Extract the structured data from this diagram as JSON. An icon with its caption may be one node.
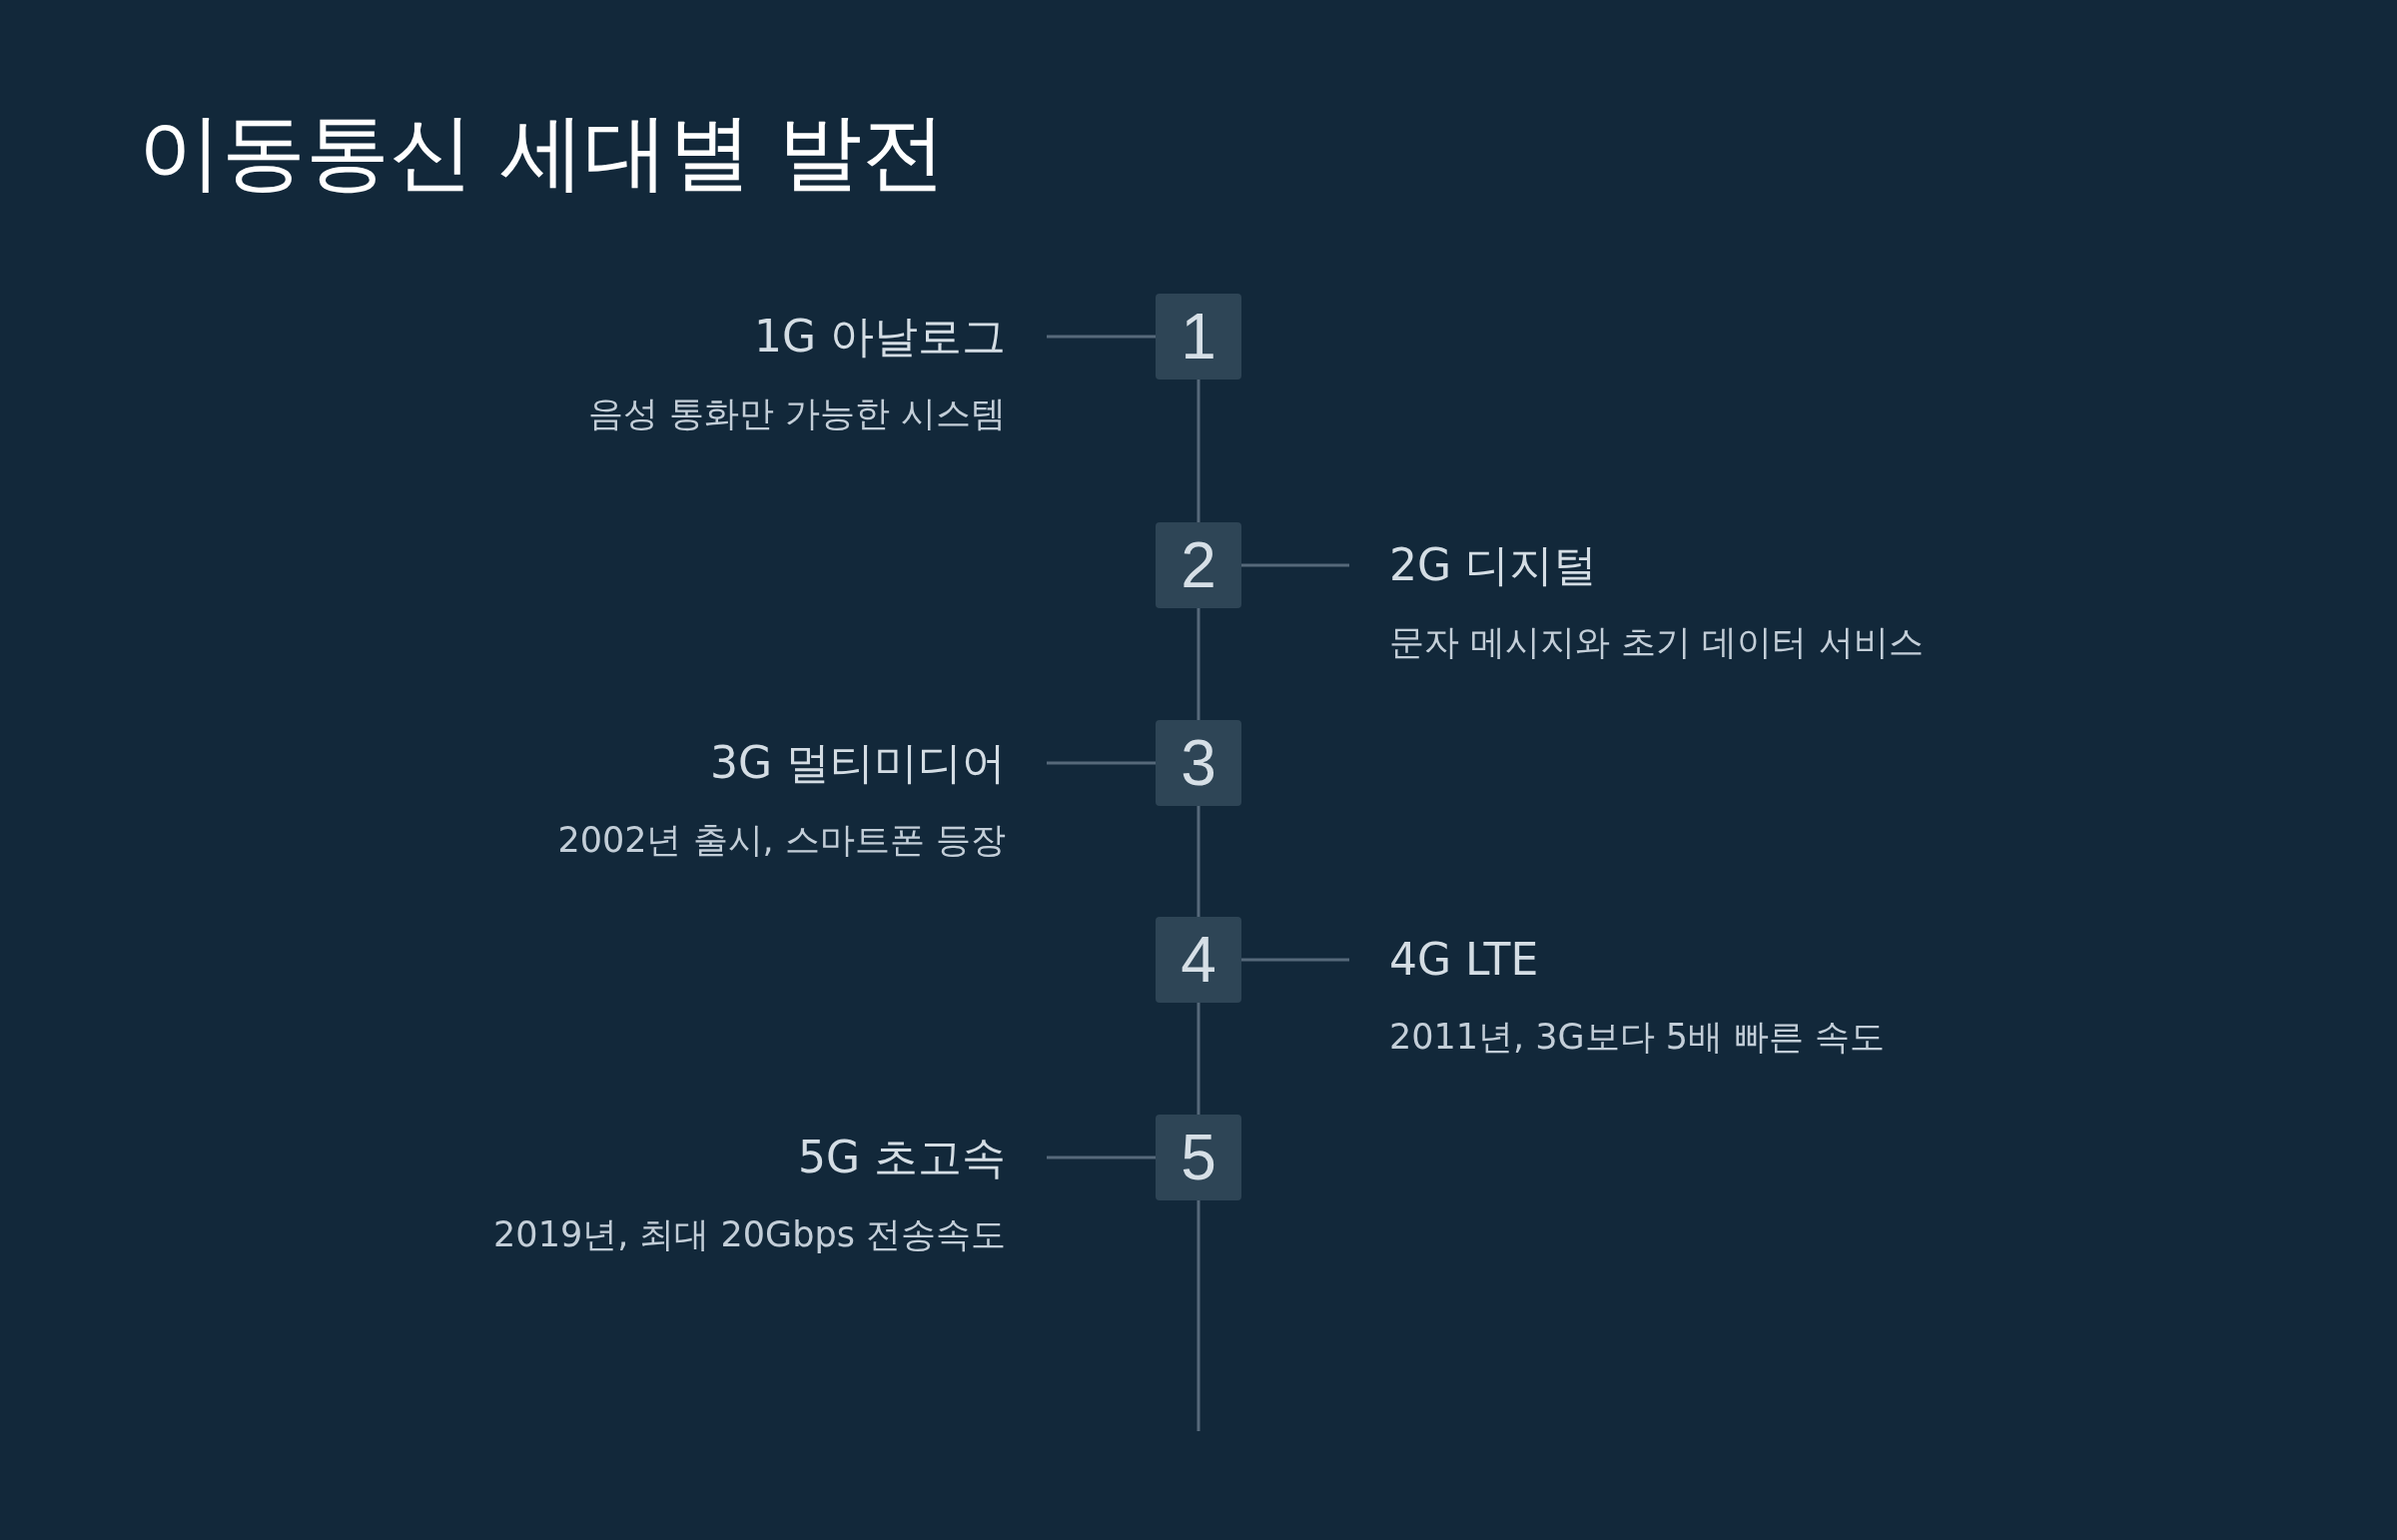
{
  "diagram": {
    "title": "이동통신 세대별 발전",
    "nodes": [
      {
        "text": [
          "1"
        ]
      },
      {
        "text": [
          "2"
        ]
      },
      {
        "text": [
          "3"
        ]
      },
      {
        "text": [
          "4"
        ]
      },
      {
        "text": [
          "5"
        ]
      },
      {
        "text": [
          "1G 아날로그",
          "음성 통화만 가능한 시스템"
        ]
      },
      {
        "text": [
          "2G 디지털",
          "문자 메시지와 초기 데이터 서비스"
        ]
      },
      {
        "text": [
          "3G 멀티미디어",
          "2002년 출시, 스마트폰 등장"
        ]
      },
      {
        "text": [
          "4G LTE",
          "2011년, 3G보다 5배 빠른 속도"
        ]
      },
      {
        "text": [
          "5G 초고속",
          "2019년, 최대 20Gbps 전송속도"
        ]
      }
    ],
    "edges": [
      {
        "from": 0,
        "to": 1,
        "arrow": "none"
      },
      {
        "from": 1,
        "to": 2,
        "arrow": "none"
      },
      {
        "from": 2,
        "to": 3,
        "arrow": "none"
      },
      {
        "from": 3,
        "to": 4,
        "arrow": "none"
      },
      {
        "from": 4,
        "to": null,
        "arrow": "none"
      },
      {
        "from": 5,
        "to": 0,
        "arrow": "none"
      },
      {
        "from": 6,
        "to": 1,
        "arrow": "none"
      },
      {
        "from": 7,
        "to": 2,
        "arrow": "none"
      },
      {
        "from": 8,
        "to": 3,
        "arrow": "none"
      },
      {
        "from": 9,
        "to": 4,
        "arrow": "none"
      }
    ]
  }
}
